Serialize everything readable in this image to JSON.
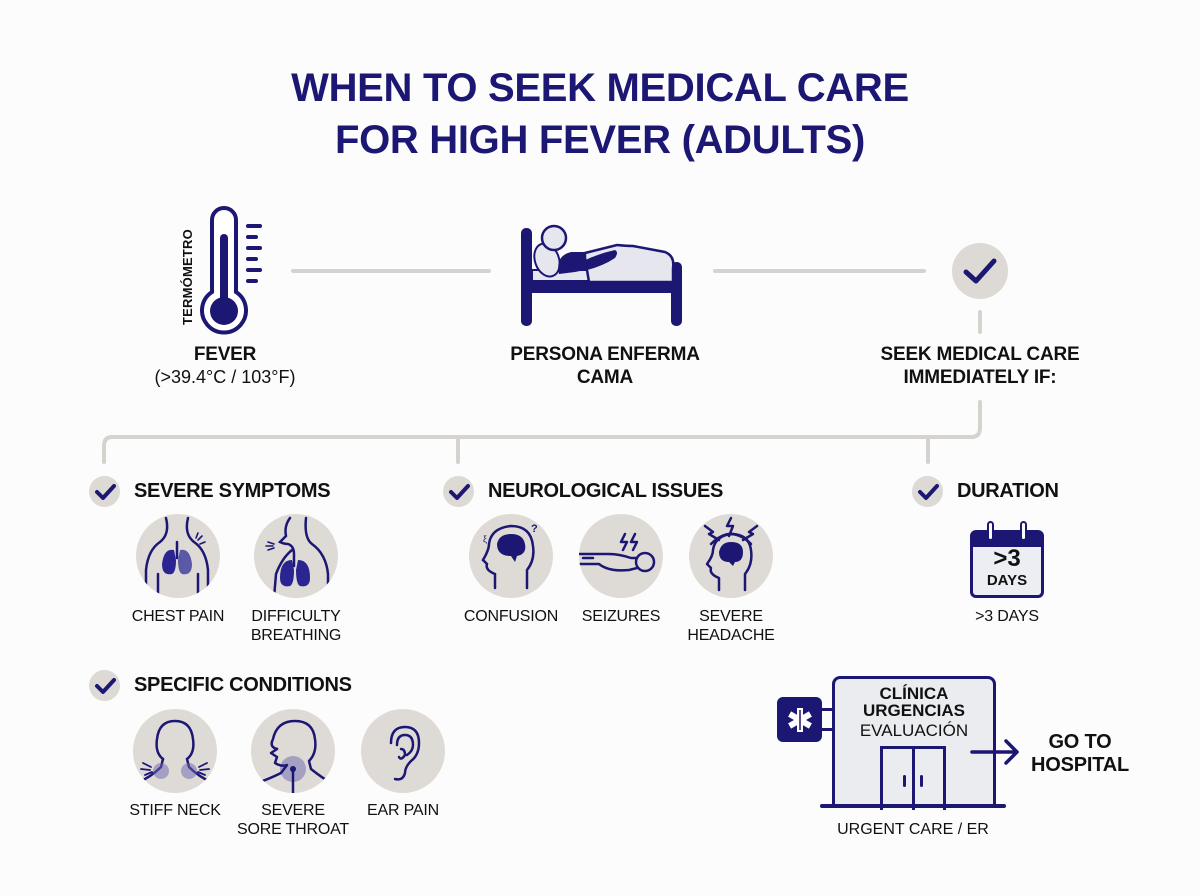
{
  "title": {
    "line1": "WHEN TO SEEK MEDICAL CARE",
    "line2": "FOR HIGH FEVER (ADULTS)"
  },
  "colors": {
    "navy": "#1c1773",
    "connector": "#d6d3ce",
    "icon_bg": "#dedbd6",
    "background": "#fcfcfd"
  },
  "top_flow": {
    "fever": {
      "icon": "thermometer-icon",
      "vertical_label": "TERMÓMETRO",
      "title": "FEVER",
      "subtitle": "(>39.4°C / 103°F)"
    },
    "sick_person": {
      "icon": "sick-person-in-bed-icon",
      "line1": "PERSONA ENFERMA",
      "line2": "CAMA"
    },
    "seek_care": {
      "icon": "check-icon",
      "line1": "SEEK MEDICAL CARE",
      "line2": "IMMEDIATELY IF:"
    }
  },
  "sections": {
    "severe_symptoms": {
      "title": "SEVERE SYMPTOMS",
      "items": [
        {
          "icon": "chest-pain-icon",
          "line1": "CHEST PAIN",
          "line2": ""
        },
        {
          "icon": "difficulty-breathing-icon",
          "line1": "DIFFICULTY",
          "line2": "BREATHING"
        }
      ]
    },
    "neurological": {
      "title": "NEUROLOGICAL ISSUES",
      "items": [
        {
          "icon": "confusion-icon",
          "line1": "CONFUSION",
          "line2": ""
        },
        {
          "icon": "seizures-icon",
          "line1": "SEIZURES",
          "line2": ""
        },
        {
          "icon": "severe-headache-icon",
          "line1": "SEVERE",
          "line2": "HEADACHE"
        }
      ]
    },
    "duration": {
      "title": "DURATION",
      "calendar_big": ">3",
      "calendar_small": "DAYS",
      "label": ">3 DAYS"
    },
    "specific_conditions": {
      "title": "SPECIFIC CONDITIONS",
      "items": [
        {
          "icon": "stiff-neck-icon",
          "line1": "STIFF NECK",
          "line2": ""
        },
        {
          "icon": "sore-throat-icon",
          "line1": "SEVERE",
          "line2": "SORE THROAT"
        },
        {
          "icon": "ear-pain-icon",
          "line1": "EAR PAIN",
          "line2": ""
        }
      ]
    }
  },
  "hospital": {
    "sign_line1": "CLÍNICA",
    "sign_line2": "URGENCIAS",
    "sign_line3": "EVALUACIÓN",
    "caption": "URGENT CARE / ER",
    "action_line1": "GO TO",
    "action_line2": "HOSPITAL"
  }
}
